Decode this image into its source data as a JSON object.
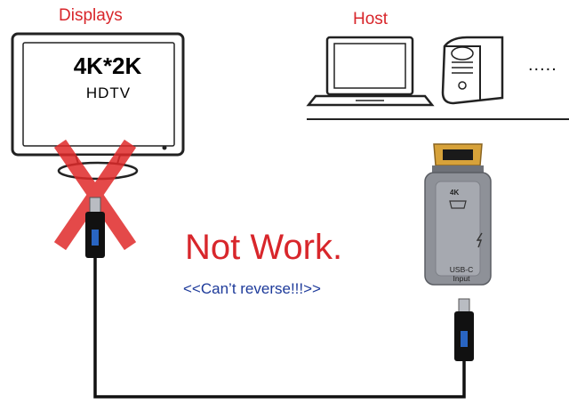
{
  "labels": {
    "displays": "Displays",
    "host": "Host",
    "tv_resolution": "4K*2K",
    "tv_type": "HDTV",
    "status": "Not Work.",
    "note": "<<Can’t reverse!!!>>",
    "more_devices": ".....",
    "adapter_badge": "4K",
    "adapter_port": "USB-C",
    "adapter_port_type": "Input"
  },
  "icons": {
    "tv": "tv-monitor-icon",
    "laptop": "laptop-icon",
    "desktop": "desktop-tower-icon",
    "cross": "red-x-icon",
    "cable": "usb-c-cable-icon",
    "adapter": "hdmi-adapter-icon"
  },
  "colors": {
    "warning": "#d8262b",
    "note": "#1d3a9a",
    "adapter_body": "#8e9198",
    "hdmi_gold": "#d7a23a"
  }
}
